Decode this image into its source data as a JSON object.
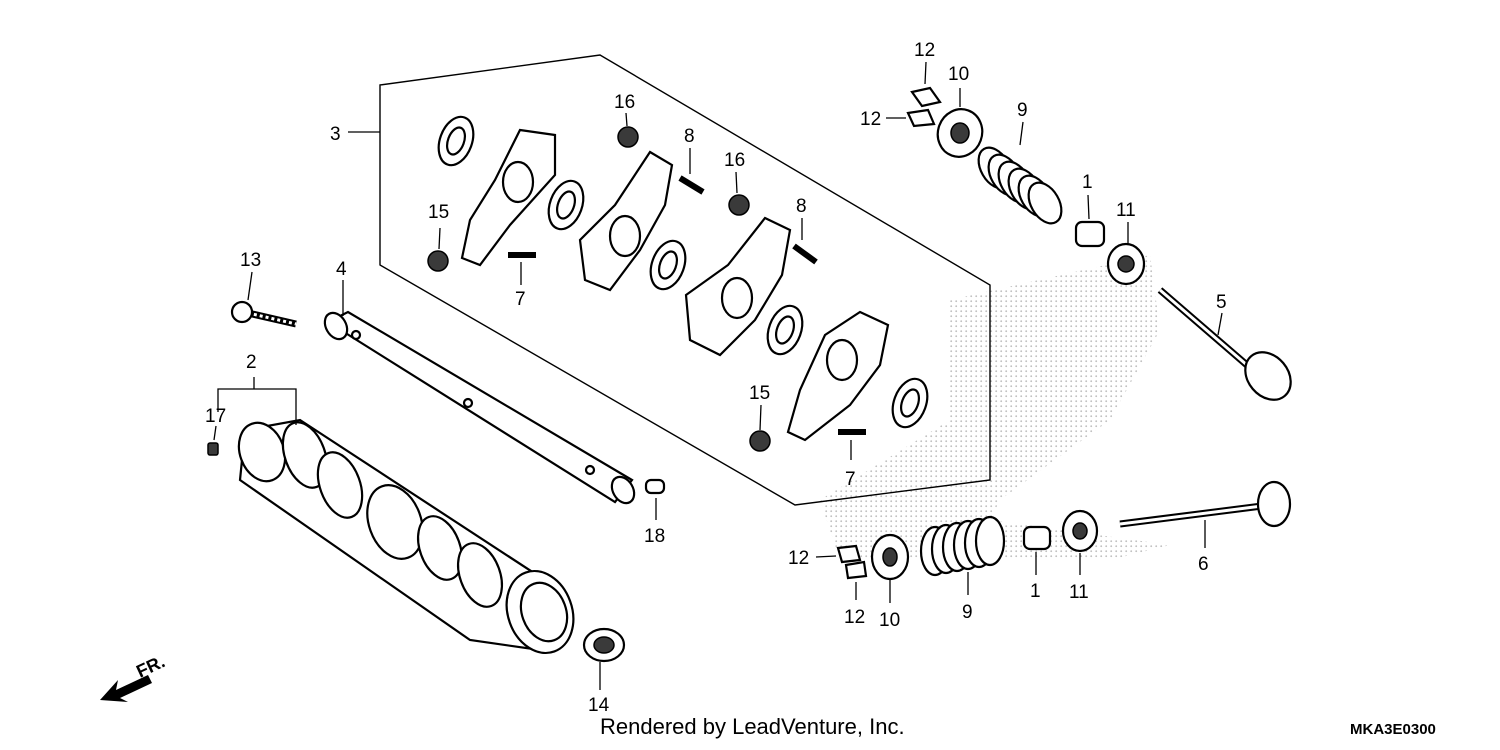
{
  "callouts": {
    "c1a": "1",
    "c1b": "1",
    "c2": "2",
    "c3": "3",
    "c4": "4",
    "c5": "5",
    "c6": "6",
    "c7a": "7",
    "c7b": "7",
    "c8a": "8",
    "c8b": "8",
    "c9a": "9",
    "c9b": "9",
    "c10a": "10",
    "c10b": "10",
    "c11a": "11",
    "c11b": "11",
    "c12a": "12",
    "c12b": "12",
    "c12c": "12",
    "c12d": "12",
    "c13": "13",
    "c14": "14",
    "c15a": "15",
    "c15b": "15",
    "c16a": "16",
    "c16b": "16",
    "c17": "17",
    "c18": "18"
  },
  "direction_label": "FR.",
  "footer_credit": "Rendered by LeadVenture, Inc.",
  "diagram_code": "MKA3E0300"
}
